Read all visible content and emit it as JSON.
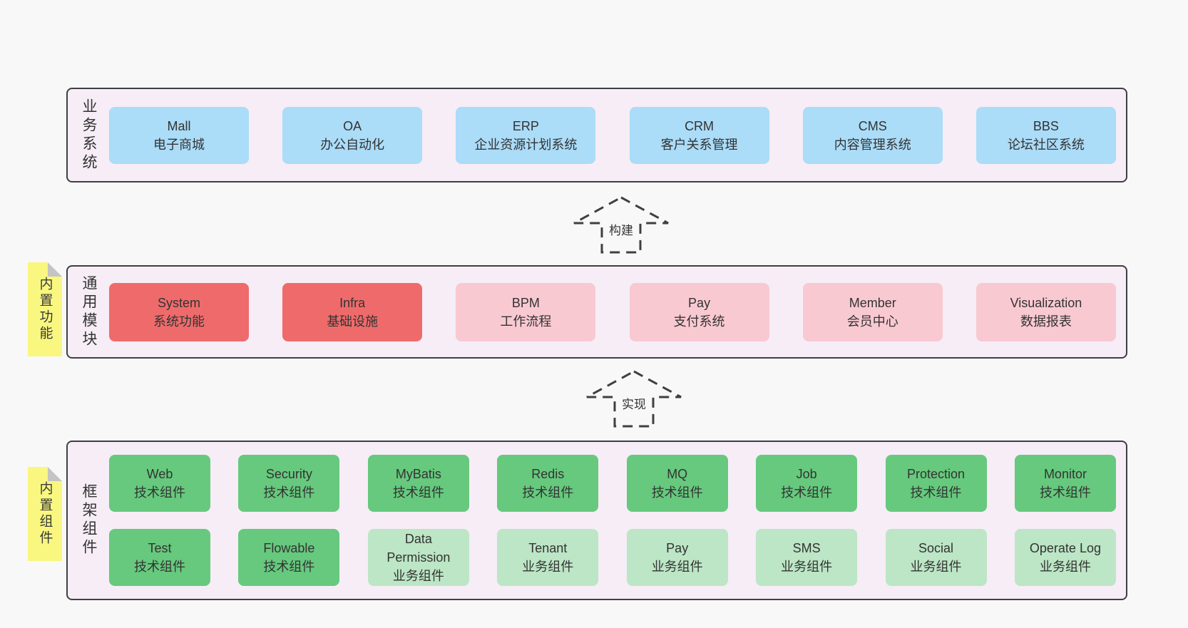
{
  "colors": {
    "page-bg": "#f8f8f8",
    "container-bg": "#f6edf6",
    "container-border": "#3f3f3f",
    "blue": "#abdcf8",
    "red": "#ef6b6b",
    "pink": "#f9c9d2",
    "green": "#66c97d",
    "light-green": "#bce6c5",
    "note-yellow": "#f9f77f",
    "note-fold": "#c4c4c4",
    "text": "#333333"
  },
  "sections": [
    {
      "label": "业务系统",
      "rows": [
        [
          {
            "title": "Mall",
            "subtitle": "电子商城",
            "variant": "blue"
          },
          {
            "title": "OA",
            "subtitle": "办公自动化",
            "variant": "blue"
          },
          {
            "title": "ERP",
            "subtitle": "企业资源计划系统",
            "variant": "blue"
          },
          {
            "title": "CRM",
            "subtitle": "客户关系管理",
            "variant": "blue"
          },
          {
            "title": "CMS",
            "subtitle": "内容管理系统",
            "variant": "blue"
          },
          {
            "title": "BBS",
            "subtitle": "论坛社区系统",
            "variant": "blue"
          }
        ]
      ]
    },
    {
      "label": "通用模块",
      "note": "内置功能",
      "rows": [
        [
          {
            "title": "System",
            "subtitle": "系统功能",
            "variant": "red"
          },
          {
            "title": "Infra",
            "subtitle": "基础设施",
            "variant": "red"
          },
          {
            "title": "BPM",
            "subtitle": "工作流程",
            "variant": "pink"
          },
          {
            "title": "Pay",
            "subtitle": "支付系统",
            "variant": "pink"
          },
          {
            "title": "Member",
            "subtitle": "会员中心",
            "variant": "pink"
          },
          {
            "title": "Visualization",
            "subtitle": "数据报表",
            "variant": "pink"
          }
        ]
      ]
    },
    {
      "label": "框架组件",
      "note": "内置组件",
      "rows": [
        [
          {
            "title": "Web",
            "subtitle": "技术组件",
            "variant": "green"
          },
          {
            "title": "Security",
            "subtitle": "技术组件",
            "variant": "green"
          },
          {
            "title": "MyBatis",
            "subtitle": "技术组件",
            "variant": "green"
          },
          {
            "title": "Redis",
            "subtitle": "技术组件",
            "variant": "green"
          },
          {
            "title": "MQ",
            "subtitle": "技术组件",
            "variant": "green"
          },
          {
            "title": "Job",
            "subtitle": "技术组件",
            "variant": "green"
          },
          {
            "title": "Protection",
            "subtitle": "技术组件",
            "variant": "green"
          },
          {
            "title": "Monitor",
            "subtitle": "技术组件",
            "variant": "green"
          }
        ],
        [
          {
            "title": "Test",
            "subtitle": "技术组件",
            "variant": "green"
          },
          {
            "title": "Flowable",
            "subtitle": "技术组件",
            "variant": "green"
          },
          {
            "title": "Data Permission",
            "subtitle": "业务组件",
            "variant": "light-green"
          },
          {
            "title": "Tenant",
            "subtitle": "业务组件",
            "variant": "light-green"
          },
          {
            "title": "Pay",
            "subtitle": "业务组件",
            "variant": "light-green"
          },
          {
            "title": "SMS",
            "subtitle": "业务组件",
            "variant": "light-green"
          },
          {
            "title": "Social",
            "subtitle": "业务组件",
            "variant": "light-green"
          },
          {
            "title": "Operate Log",
            "subtitle": "业务组件",
            "variant": "light-green"
          }
        ]
      ]
    }
  ],
  "arrows": [
    {
      "label": "构建"
    },
    {
      "label": "实现"
    }
  ]
}
